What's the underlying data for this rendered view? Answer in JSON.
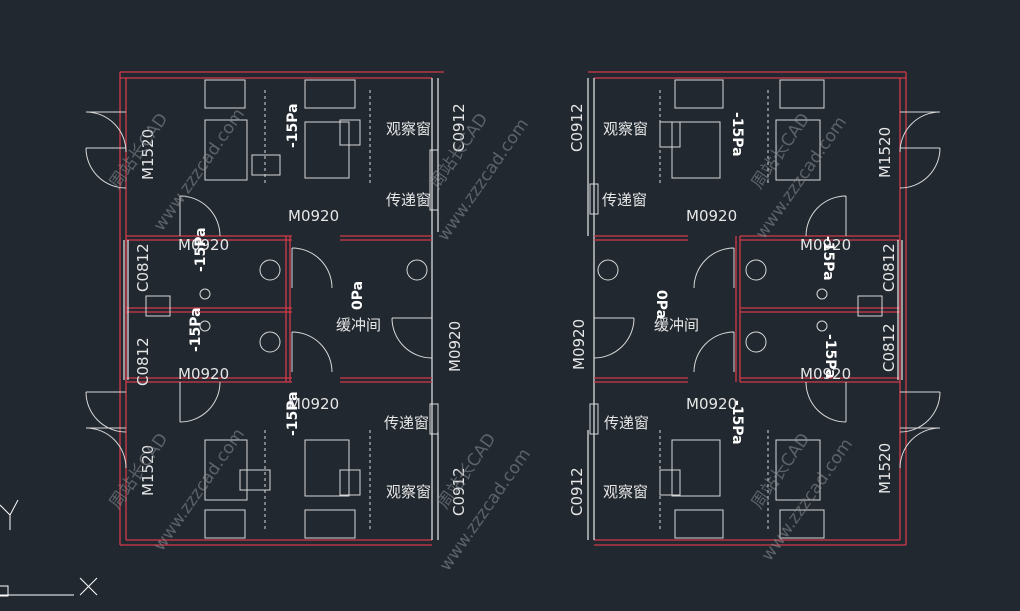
{
  "labels": {
    "door_m0920": "M0920",
    "door_m1520": "M1520",
    "window_c0912": "C0912",
    "window_c0812": "C0812",
    "observation_window": "观察窗",
    "pass_window": "传递窗",
    "buffer_room": "缓冲间",
    "pressure_neg15": "-15Pa",
    "pressure_zero": "0Pa"
  },
  "watermark": {
    "brand": "周站长CAD",
    "site": "www.zzzcad.com"
  },
  "ucs": {
    "y_axis": "Y",
    "x_axis": "X"
  },
  "colors": {
    "background": "#212830",
    "wall": "#e8e8e8",
    "wall_accent": "#d23a4a",
    "text": "#e6e6e6"
  }
}
